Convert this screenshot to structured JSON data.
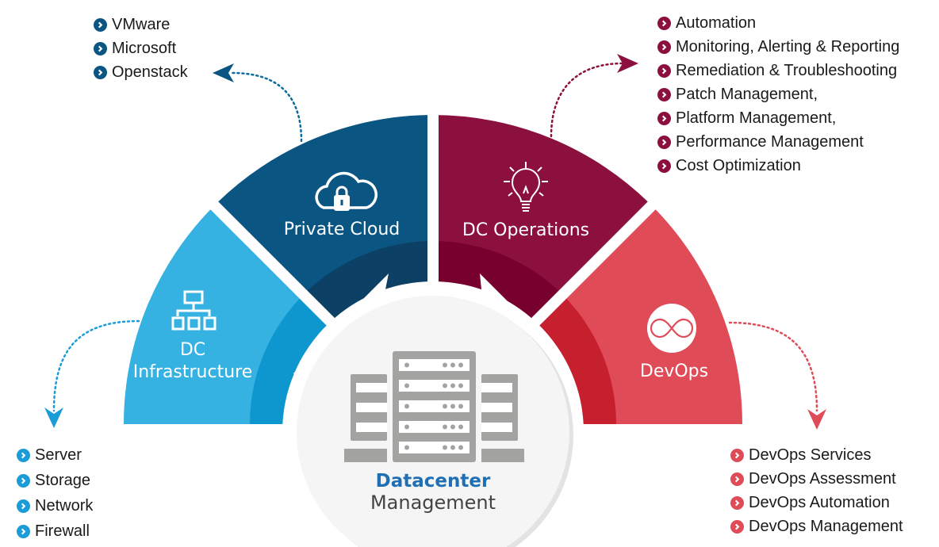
{
  "center": {
    "title": "Datacenter",
    "subtitle": "Management",
    "icon": "server-rack-icon"
  },
  "segments": [
    {
      "id": "dc-infrastructure",
      "label_line1": "DC",
      "label_line2": "Infrastructure",
      "icon": "network-hierarchy-icon",
      "color": "#35b1e2",
      "inner_color": "#0e97cf"
    },
    {
      "id": "private-cloud",
      "label": "Private Cloud",
      "icon": "cloud-lock-icon",
      "color": "#0b5583",
      "inner_color": "#0c4165"
    },
    {
      "id": "dc-operations",
      "label": "DC Operations",
      "icon": "lightbulb-icon",
      "color": "#8c103d",
      "inner_color": "#78002f"
    },
    {
      "id": "devops",
      "label": "DevOps",
      "icon": "infinity-icon",
      "color": "#e04b58",
      "inner_color": "#c6202f"
    }
  ],
  "lists": {
    "private_cloud": {
      "color": "#0b5583",
      "items": [
        "VMware",
        "Microsoft",
        "Openstack"
      ]
    },
    "dc_operations": {
      "color": "#8c103d",
      "items": [
        "Automation",
        "Monitoring, Alerting & Reporting",
        "Remediation & Troubleshooting",
        "Patch Management,",
        "Platform Management,",
        "Performance Management",
        "Cost Optimization"
      ]
    },
    "dc_infrastructure": {
      "color": "#1a9cd8",
      "items": [
        "Server",
        "Storage",
        "Network",
        "Firewall"
      ]
    },
    "devops": {
      "color": "#e04b58",
      "items": [
        "DevOps Services",
        "DevOps Assessment",
        "DevOps Automation",
        "DevOps Management"
      ]
    }
  }
}
